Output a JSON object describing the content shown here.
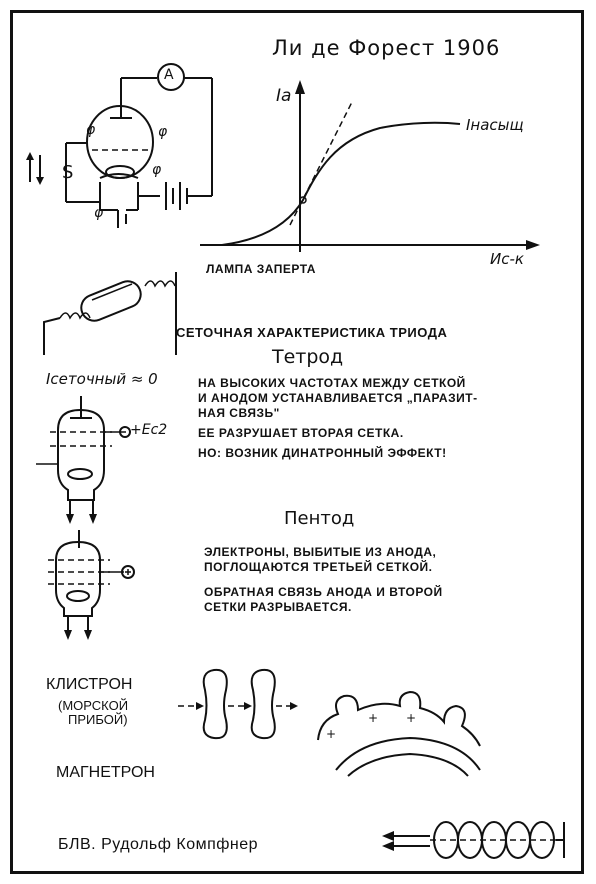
{
  "title": "Ли де Форест 1906",
  "graph": {
    "y_label": "Ia",
    "x_label": "Ис-к",
    "sat_label": "Iнасыщ"
  },
  "triode": {
    "meter_label": "A",
    "switch_label": "S",
    "phi": "φ"
  },
  "lamp_closed": "ЛАМПА ЗАПЕРТА",
  "triode_caption": "СЕТОЧНАЯ ХАРАКТЕРИСТИКА ТРИОДА",
  "grid_current": "Iсеточный ≈ 0",
  "tetrode": {
    "heading": "Тетрод",
    "text1_line1": "НА ВЫСОКИХ ЧАСТОТАХ МЕЖДУ СЕТКОЙ",
    "text1_line2": "И АНОДОМ УСТАНАВЛИВАЕТСЯ „ПАРАЗИТ-",
    "text1_line3": "НАЯ СВЯЗЬ\"",
    "text2": "ЕЕ РАЗРУШАЕТ ВТОРАЯ СЕТКА.",
    "text3": "НО: ВОЗНИК ДИНАТРОННЫЙ ЭФФЕКТ!",
    "ec2_label": "+Ec2"
  },
  "pentode": {
    "heading": "Пентод",
    "text1_line1": "ЭЛЕКТРОНЫ, ВЫБИТЫЕ ИЗ АНОДА,",
    "text1_line2": "ПОГЛОЩАЮТСЯ ТРЕТЬЕЙ СЕТКОЙ.",
    "text2_line1": "ОБРАТНАЯ СВЯЗЬ АНОДА И ВТОРОЙ",
    "text2_line2": "СЕТКИ РАЗРЫВАЕТСЯ."
  },
  "klystron": {
    "label": "КЛИСТРОН",
    "sub1": "(МОРСКОЙ",
    "sub2": "ПРИБОЙ)"
  },
  "magnetron": {
    "label": "МАГНЕТРОН"
  },
  "footer": "БЛВ. Рудольф Компфнер"
}
